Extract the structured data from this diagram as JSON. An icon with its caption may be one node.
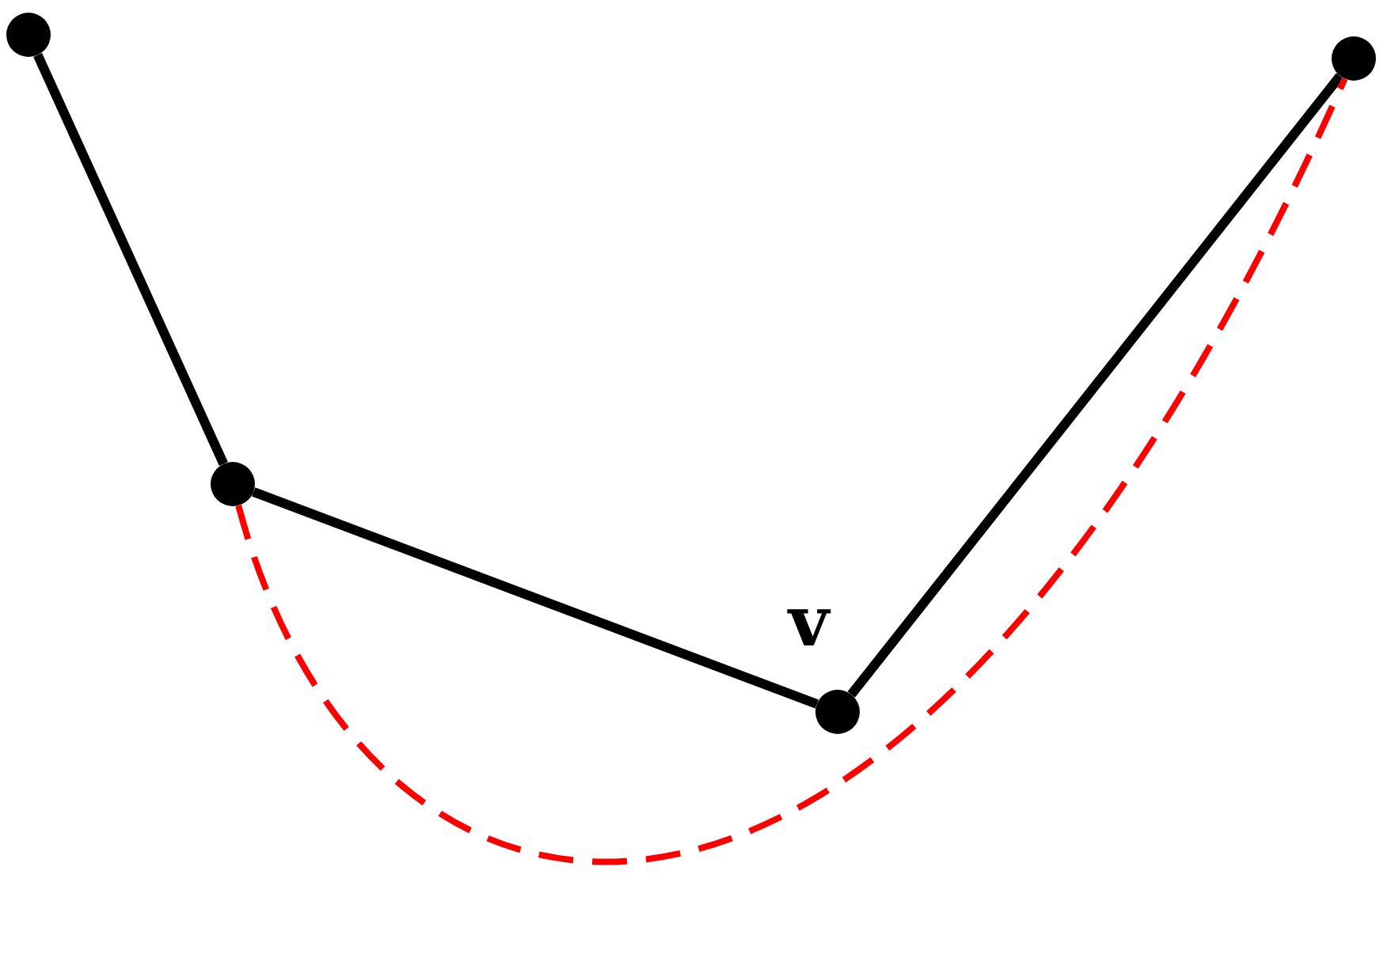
{
  "diagram": {
    "nodes": [
      {
        "text": [],
        "shape": "circle"
      },
      {
        "text": [],
        "shape": "circle"
      },
      {
        "text": [],
        "shape": "circle",
        "beside": [
          "v"
        ]
      },
      {
        "text": [],
        "shape": "circle"
      }
    ],
    "edges": [
      {
        "from": 0,
        "to": 1,
        "arrow": "none"
      },
      {
        "from": 1,
        "to": 2,
        "arrow": "none"
      },
      {
        "from": 2,
        "to": 3,
        "arrow": "none"
      },
      {
        "from": 1,
        "to": 3,
        "arrow": "none",
        "style": "dashed",
        "color": "#ff0000"
      }
    ]
  }
}
